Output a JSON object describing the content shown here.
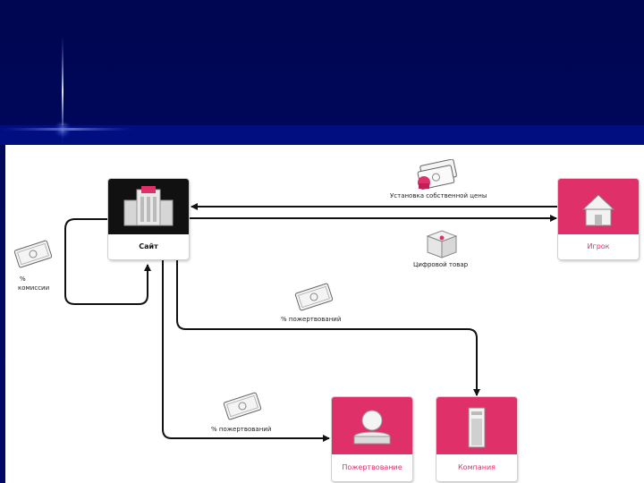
{
  "nodes": {
    "site": "Сайт",
    "player": "Игрок",
    "donation": "Пожертвование",
    "company": "Компания"
  },
  "labels": {
    "own_price": "Установка собственной цены",
    "digital_goods": "Цифровой товар",
    "commission_pct": "%",
    "commission_word": "комиссии",
    "donations_upper": "% пожертвований",
    "donations_lower": "% пожертвований"
  },
  "colors": {
    "brand_pink": "#e0306a",
    "site_dark": "#111111",
    "slide_background": "#000a66"
  }
}
